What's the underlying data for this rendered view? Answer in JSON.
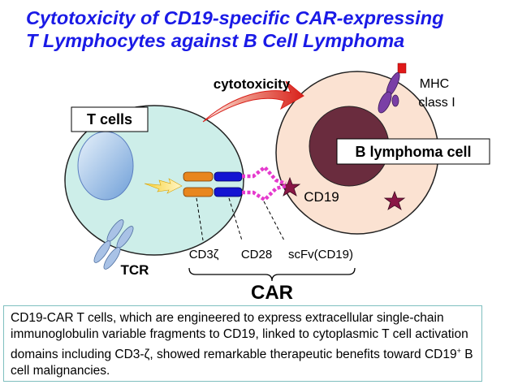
{
  "title": {
    "line1": "Cytotoxicity of CD19-specific CAR-expressing",
    "line2": "T Lymphocytes against B Cell Lymphoma"
  },
  "labels": {
    "t_cells": "T cells",
    "b_cell": "B lymphoma cell",
    "cytotoxicity": "cytotoxicity",
    "mhc_line1": "MHC",
    "mhc_line2": "class I",
    "cd19": "CD19",
    "tcr": "TCR",
    "cd3z": "CD3ζ",
    "cd28": "CD28",
    "scfv": "scFv(CD19)",
    "car": "CAR"
  },
  "caption": {
    "part1": "CD19-CAR T cells, which are engineered to express extracellular single-chain immunoglobulin variable fragments to CD19, linked to cytoplasmic T cell activation domains including CD3-ζ, showed remarkable therapeutic benefits toward CD19",
    "superscript": "+",
    "part2": " B cell malignancies."
  },
  "colors": {
    "title": "#1a1ae6",
    "t_cell_fill": "#cdeee9",
    "b_cell_fill": "#fbe2d2",
    "b_nucleus": "#6a2c3e",
    "cd3z": "#e8861e",
    "cd28": "#1414d2",
    "scfv": "#e53acd",
    "star": "#8a1646",
    "arrow": "#e02a20",
    "tcr": "#a9c2e6",
    "mhc": "#7a3fa6"
  }
}
